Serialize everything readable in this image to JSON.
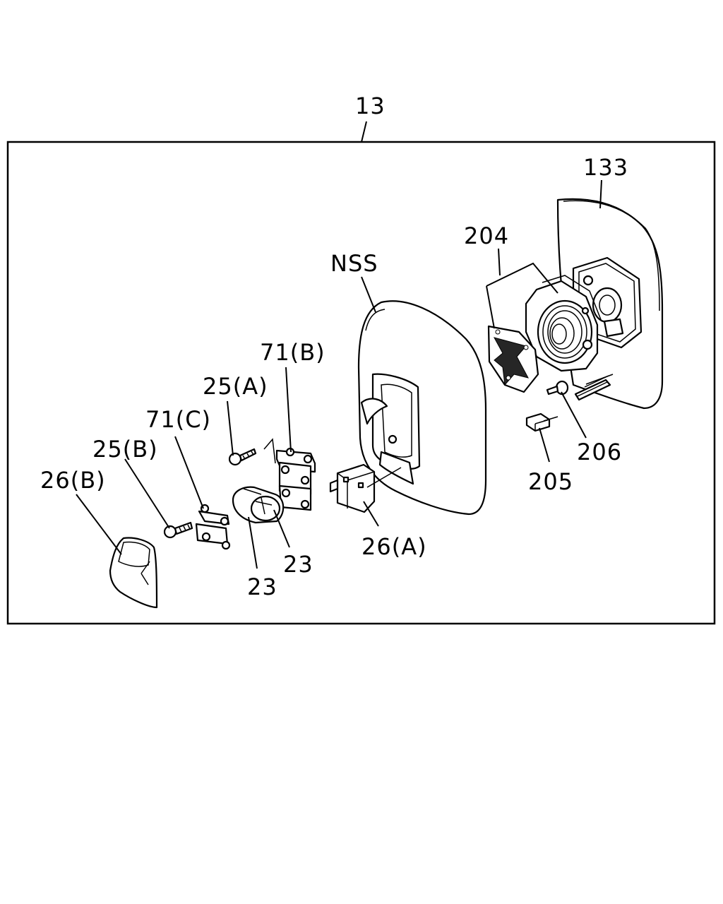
{
  "diagram": {
    "assembly_label": "13",
    "callouts": {
      "c133": "133",
      "c204": "204",
      "nss": "NSS",
      "c71b": "71(B)",
      "c25a": "25(A)",
      "c71c": "71(C)",
      "c25b": "25(B)",
      "c26b": "26(B)",
      "c23_lower": "23",
      "c23_upper": "23",
      "c26a": "26(A)",
      "c206": "206",
      "c205": "205"
    }
  }
}
